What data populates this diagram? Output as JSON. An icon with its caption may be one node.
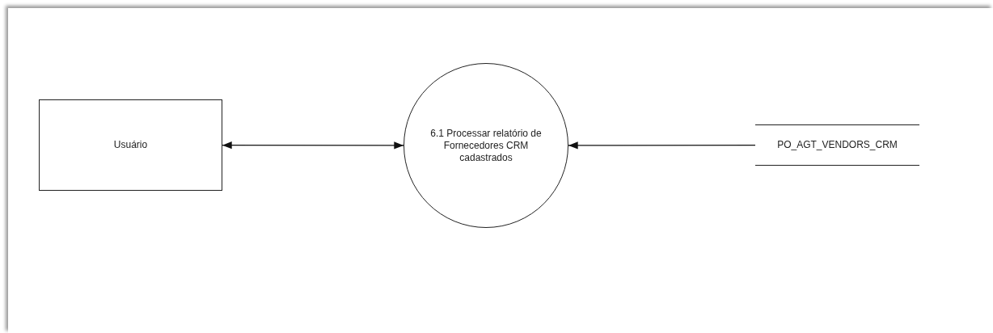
{
  "diagram": {
    "nodes": [
      {
        "text": [
          "Usuário"
        ]
      },
      {
        "text": [
          "6.1 Processar relatório de Fornecedores CRM cadastrados"
        ]
      },
      {
        "text": [
          "PO_AGT_VENDORS_CRM"
        ]
      }
    ],
    "edges": [
      {
        "from": 0,
        "to": 1,
        "arrow": "both"
      },
      {
        "from": 2,
        "to": 1,
        "arrow": "to"
      }
    ]
  }
}
